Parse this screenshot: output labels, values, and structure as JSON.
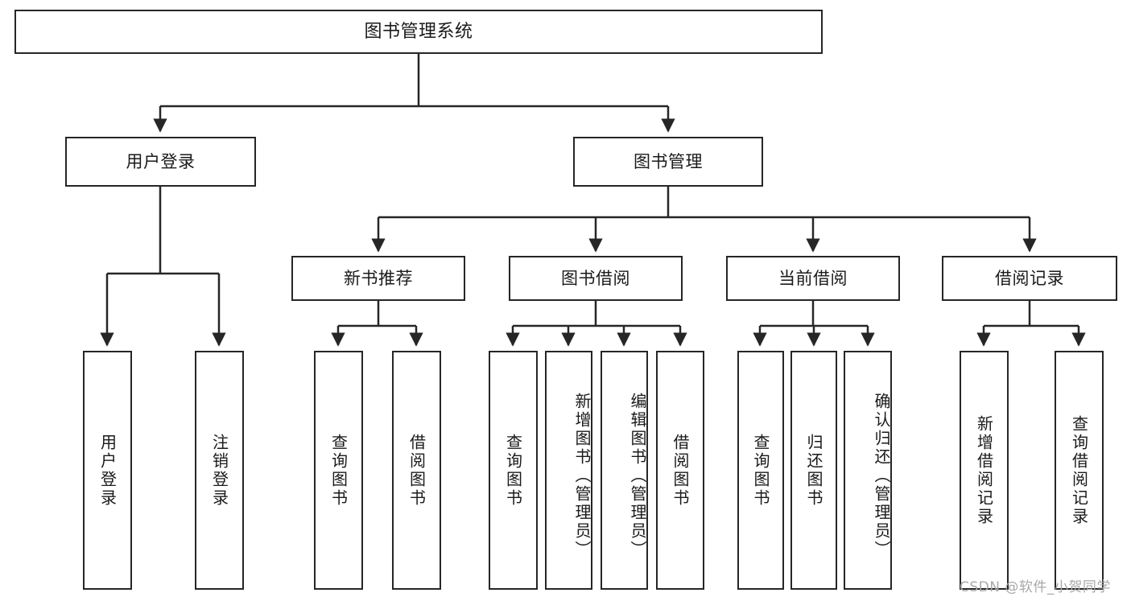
{
  "diagram": {
    "title": "图书管理系统",
    "type": "tree-hierarchy",
    "root": {
      "label": "图书管理系统"
    },
    "level2": [
      {
        "label": "用户登录"
      },
      {
        "label": "图书管理"
      }
    ],
    "level3": [
      {
        "label": "新书推荐"
      },
      {
        "label": "图书借阅"
      },
      {
        "label": "当前借阅"
      },
      {
        "label": "借阅记录"
      }
    ],
    "leaves": {
      "user_login": [
        {
          "label": "用户登录"
        },
        {
          "label": "注销登录"
        }
      ],
      "new_book_recommend": [
        {
          "label": "查询图书"
        },
        {
          "label": "借阅图书"
        }
      ],
      "book_borrow": [
        {
          "label": "查询图书"
        },
        {
          "label": "新增图书（管理员）"
        },
        {
          "label": "编辑图书（管理员）"
        },
        {
          "label": "借阅图书"
        }
      ],
      "current_borrow": [
        {
          "label": "查询图书"
        },
        {
          "label": "归还图书"
        },
        {
          "label": "确认归还（管理员）"
        }
      ],
      "borrow_record": [
        {
          "label": "新增借阅记录"
        },
        {
          "label": "查询借阅记录"
        }
      ]
    }
  },
  "watermark": {
    "text": "CSDN @软件_小贺同学"
  },
  "colors": {
    "stroke": "#262626",
    "background": "#ffffff",
    "text": "#1a1a1a",
    "watermark": "#a8a8a8"
  }
}
